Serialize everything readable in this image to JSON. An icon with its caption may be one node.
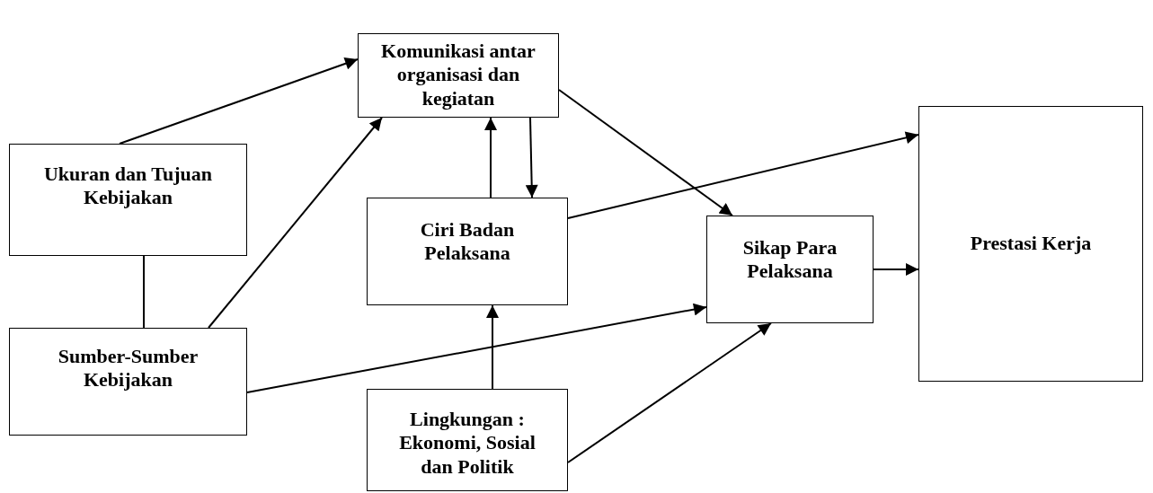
{
  "diagram": {
    "nodes": [
      {
        "text": [
          "Komunikasi antar organisasi dan kegiatan"
        ]
      },
      {
        "text": [
          "Ukuran dan Tujuan Kebijakan"
        ]
      },
      {
        "text": [
          "Ciri Badan Pelaksana"
        ]
      },
      {
        "text": [
          "Sikap Para Pelaksana"
        ]
      },
      {
        "text": [
          "Prestasi Kerja"
        ]
      },
      {
        "text": [
          "Sumber-Sumber Kebijakan"
        ]
      },
      {
        "text": [
          "Lingkungan : Ekonomi, Sosial dan Politik"
        ]
      }
    ],
    "edges": [
      {
        "from": 1,
        "to": 0,
        "arrow": "to"
      },
      {
        "from": 1,
        "to": 5,
        "arrow": "none"
      },
      {
        "from": 5,
        "to": 0,
        "arrow": "to"
      },
      {
        "from": 2,
        "to": 0,
        "arrow": "to"
      },
      {
        "from": 0,
        "to": 2,
        "arrow": "to"
      },
      {
        "from": 0,
        "to": 3,
        "arrow": "to"
      },
      {
        "from": 2,
        "to": 4,
        "arrow": "to"
      },
      {
        "from": 5,
        "to": 3,
        "arrow": "to"
      },
      {
        "from": 6,
        "to": 2,
        "arrow": "to"
      },
      {
        "from": 6,
        "to": 3,
        "arrow": "to"
      },
      {
        "from": 3,
        "to": 4,
        "arrow": "to"
      }
    ]
  }
}
